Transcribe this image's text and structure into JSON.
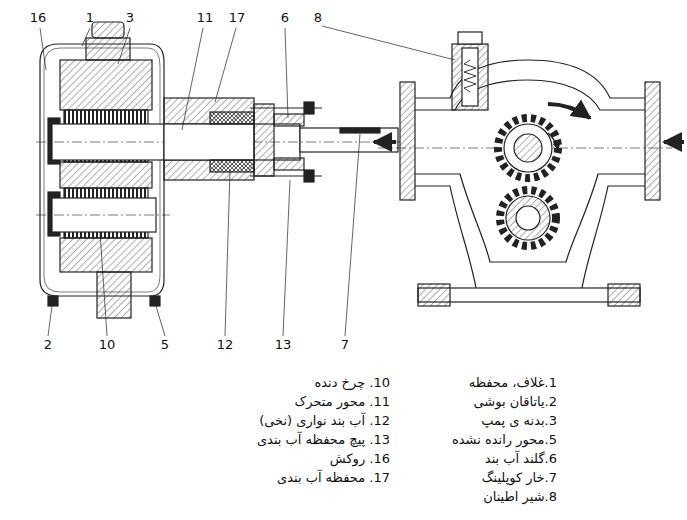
{
  "diagram": {
    "labels": [
      "16",
      "1",
      "3",
      "11",
      "17",
      "6",
      "8",
      "2",
      "10",
      "5",
      "12",
      "13",
      "7",
      "1.غلاف، محفظه",
      "2.یاتاقان بوشی",
      "3.بدنه ی پمپ",
      "5.محور رانده نشده",
      "6.گلند آب بند",
      "7.خار کوپلینگ",
      "8.شیر اطینان",
      "10. چرخ دنده",
      "11. محور متحرک",
      "12. آب بند نواری (نخی)",
      "13. پیچ محفظه آب بندی",
      "16. روکش",
      "17. محفظه آب بندی"
    ]
  }
}
